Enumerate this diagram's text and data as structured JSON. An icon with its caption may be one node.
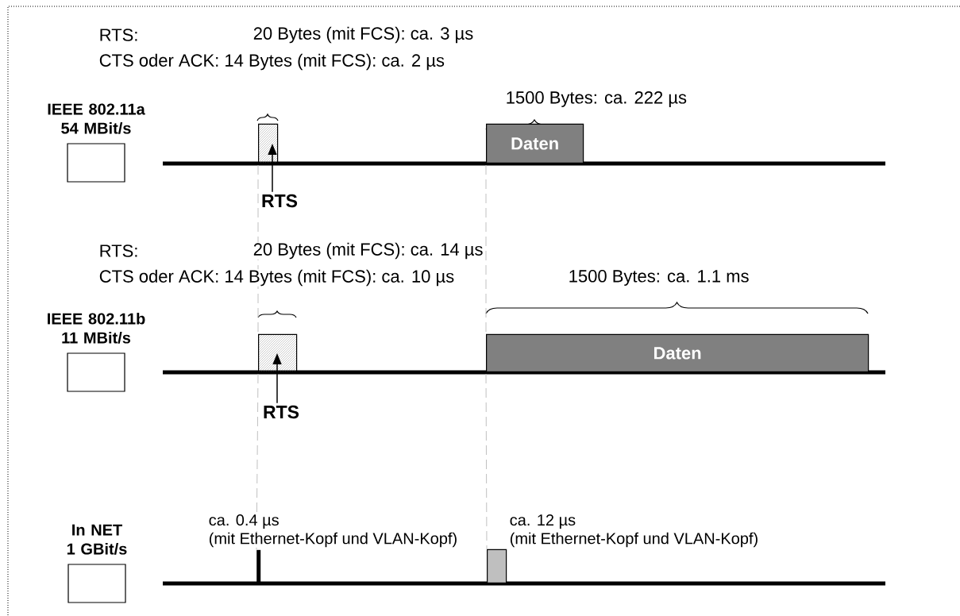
{
  "diagram": {
    "nodes": [
      {
        "text": [
          "IEEE 802.11a 54 MBit/s"
        ]
      },
      {
        "text": [],
        "shape": "box"
      },
      {
        "text": [
          "RTS"
        ]
      },
      {
        "text": [
          "Daten"
        ]
      },
      {
        "text": [
          "IEEE 802.11b 11 MBit/s"
        ]
      },
      {
        "text": [],
        "shape": "box"
      },
      {
        "text": [
          "RTS"
        ]
      },
      {
        "text": [
          "Daten"
        ]
      },
      {
        "text": [
          "In NET 1 GBit/s"
        ]
      },
      {
        "text": [],
        "shape": "bar"
      },
      {
        "text": [],
        "shape": "box"
      }
    ],
    "edges": [
      {
        "from": 2,
        "to": 1,
        "arrow": "to",
        "color": "#000000"
      },
      {
        "from": 6,
        "to": 5,
        "arrow": "to",
        "color": "#000000"
      },
      {
        "from": 1,
        "to": 5,
        "arrow": "none",
        "style": "dashed"
      },
      {
        "from": 5,
        "to": 9,
        "arrow": "none",
        "style": "dashed"
      },
      {
        "from": 3,
        "to": 7,
        "arrow": "none",
        "style": "dashed"
      },
      {
        "from": 7,
        "to": 10,
        "arrow": "none",
        "style": "dashed"
      }
    ],
    "labels": [
      "RTS:",
      "20 Bytes (mit FCS): ca. 3 µs",
      "CTS oder ACK: 14 Bytes (mit FCS): ca. 2 µs",
      "1500 Bytes: ca. 222 µs",
      "RTS:",
      "20 Bytes (mit FCS): ca. 14 µs",
      "CTS oder ACK: 14 Bytes (mit FCS): ca. 10 µs",
      "1500 Bytes: ca. 1.1 ms",
      "ca. 0.4 µs",
      "(mit Ethernet-Kopf und VLAN-Kopf)",
      "ca. 12 µs",
      "(mit Ethernet-Kopf und VLAN-Kopf)"
    ]
  }
}
